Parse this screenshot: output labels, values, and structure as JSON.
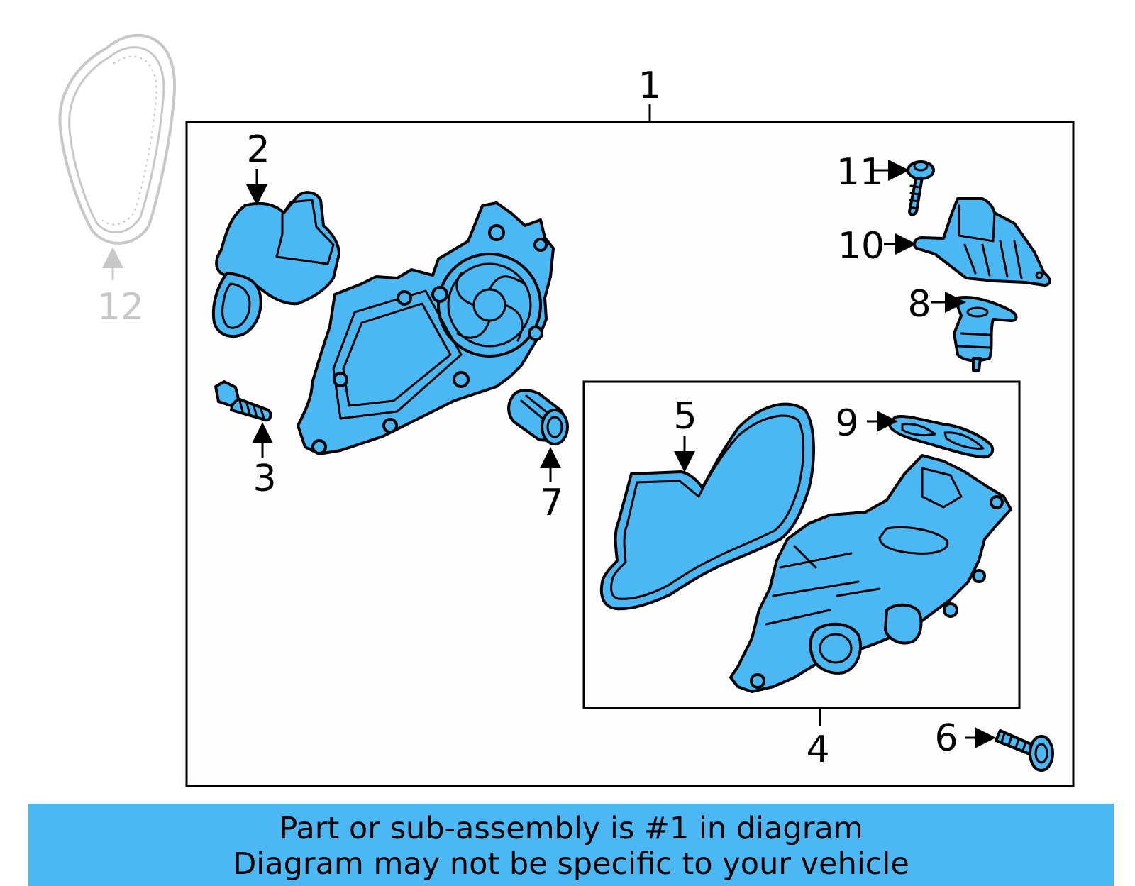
{
  "callouts": {
    "c1": "1",
    "c2": "2",
    "c3": "3",
    "c4": "4",
    "c5": "5",
    "c6": "6",
    "c7": "7",
    "c8": "8",
    "c9": "9",
    "c10": "10",
    "c11": "11",
    "c12": "12"
  },
  "banner": {
    "line1": "Part or sub-assembly is #1 in diagram",
    "line2": "Diagram may not be specific to your vehicle"
  },
  "colors": {
    "part_fill": "#4bb8f3",
    "banner_bg": "#4bb8f3",
    "outline": "#000000",
    "not_included": "#c8c8c8"
  }
}
